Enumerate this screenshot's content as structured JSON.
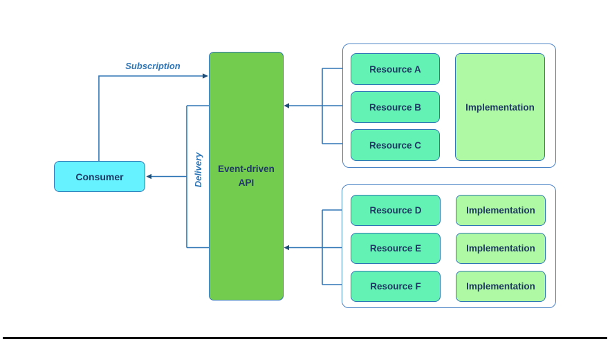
{
  "diagram": {
    "consumer": {
      "label": "Consumer"
    },
    "api": {
      "label_line1": "Event-driven",
      "label_line2": "API"
    },
    "edges": {
      "subscription_label": "Subscription",
      "delivery_label": "Delivery"
    },
    "group_top": {
      "resources": [
        "Resource A",
        "Resource B",
        "Resource C"
      ],
      "implementation": "Implementation"
    },
    "group_bottom": {
      "resources": [
        "Resource D",
        "Resource E",
        "Resource F"
      ],
      "implementations": [
        "Implementation",
        "Implementation",
        "Implementation"
      ]
    },
    "colors": {
      "consumer_fill": "#66F2FF",
      "api_fill": "#74CC4F",
      "resource_fill": "#63F2B4",
      "implementation_fill": "#AFF9A5",
      "connector_blue": "#2E75B6",
      "arrow_navy": "#1F4E79",
      "text_navy": "#1F3864"
    }
  }
}
